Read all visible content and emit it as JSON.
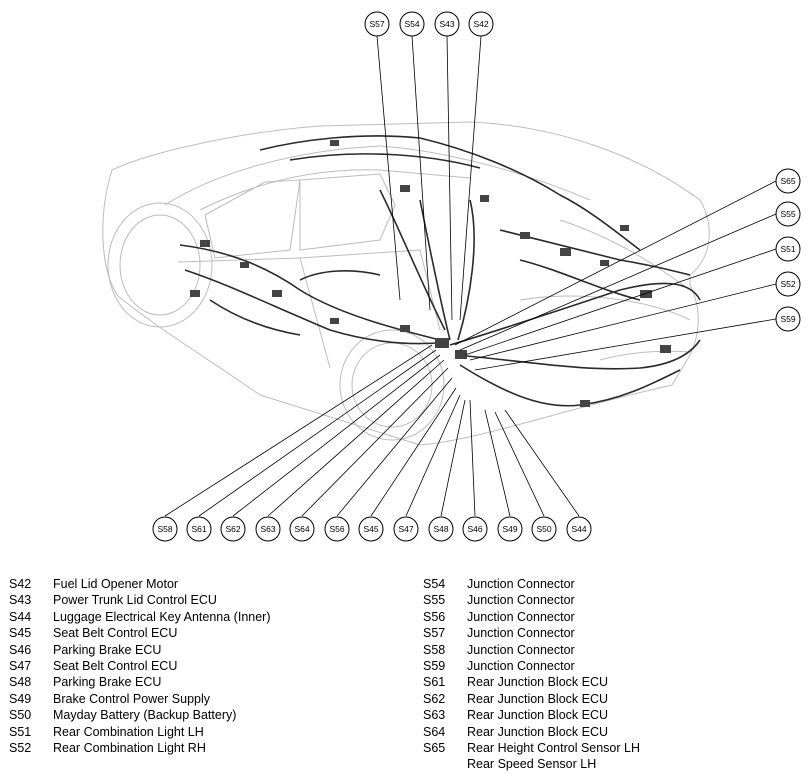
{
  "callouts_top": [
    "S57",
    "S54",
    "S43",
    "S42"
  ],
  "callouts_right": [
    "S65",
    "S55",
    "S51",
    "S52",
    "S59"
  ],
  "callouts_bottom": [
    "S58",
    "S61",
    "S62",
    "S63",
    "S64",
    "S56",
    "S45",
    "S47",
    "S48",
    "S46",
    "S49",
    "S50",
    "S44"
  ],
  "legend_left": [
    {
      "code": "S42",
      "name": "Fuel Lid Opener Motor"
    },
    {
      "code": "S43",
      "name": "Power Trunk Lid Control ECU"
    },
    {
      "code": "S44",
      "name": "Luggage Electrical Key Antenna (Inner)"
    },
    {
      "code": "S45",
      "name": "Seat Belt Control ECU"
    },
    {
      "code": "S46",
      "name": "Parking Brake ECU"
    },
    {
      "code": "S47",
      "name": "Seat Belt Control ECU"
    },
    {
      "code": "S48",
      "name": "Parking Brake ECU"
    },
    {
      "code": "S49",
      "name": "Brake Control Power Supply"
    },
    {
      "code": "S50",
      "name": "Mayday Battery (Backup Battery)"
    },
    {
      "code": "S51",
      "name": "Rear Combination Light LH"
    },
    {
      "code": "S52",
      "name": "Rear Combination Light RH"
    }
  ],
  "legend_right": [
    {
      "code": "S54",
      "name": "Junction Connector"
    },
    {
      "code": "S55",
      "name": "Junction Connector"
    },
    {
      "code": "S56",
      "name": "Junction Connector"
    },
    {
      "code": "S57",
      "name": "Junction Connector"
    },
    {
      "code": "S58",
      "name": "Junction Connector"
    },
    {
      "code": "S59",
      "name": "Junction Connector"
    },
    {
      "code": "S61",
      "name": "Rear Junction Block ECU"
    },
    {
      "code": "S62",
      "name": "Rear Junction Block ECU"
    },
    {
      "code": "S63",
      "name": "Rear Junction Block ECU"
    },
    {
      "code": "S64",
      "name": "Rear Junction Block ECU"
    },
    {
      "code": "S65",
      "name": "Rear Height Control Sensor LH"
    }
  ],
  "legend_right_extra": "Rear Speed Sensor LH"
}
